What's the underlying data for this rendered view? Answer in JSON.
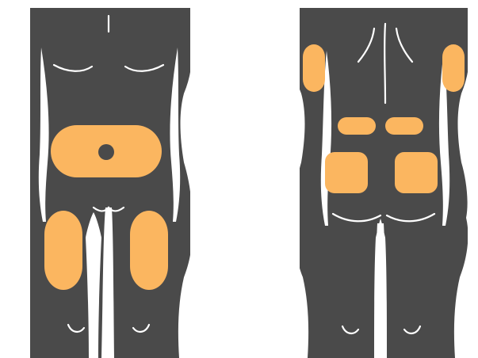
{
  "colors": {
    "background": "#ffffff",
    "body": "#4a4a4a",
    "injection_site": "#fbb660",
    "contour": "#ffffff"
  },
  "figures": [
    {
      "view": "front",
      "sites": [
        "abdomen",
        "left-thigh",
        "right-thigh"
      ]
    },
    {
      "view": "back",
      "sites": [
        "left-upper-arm",
        "right-upper-arm",
        "left-upper-buttock",
        "right-upper-buttock",
        "left-buttock",
        "right-buttock"
      ]
    }
  ]
}
